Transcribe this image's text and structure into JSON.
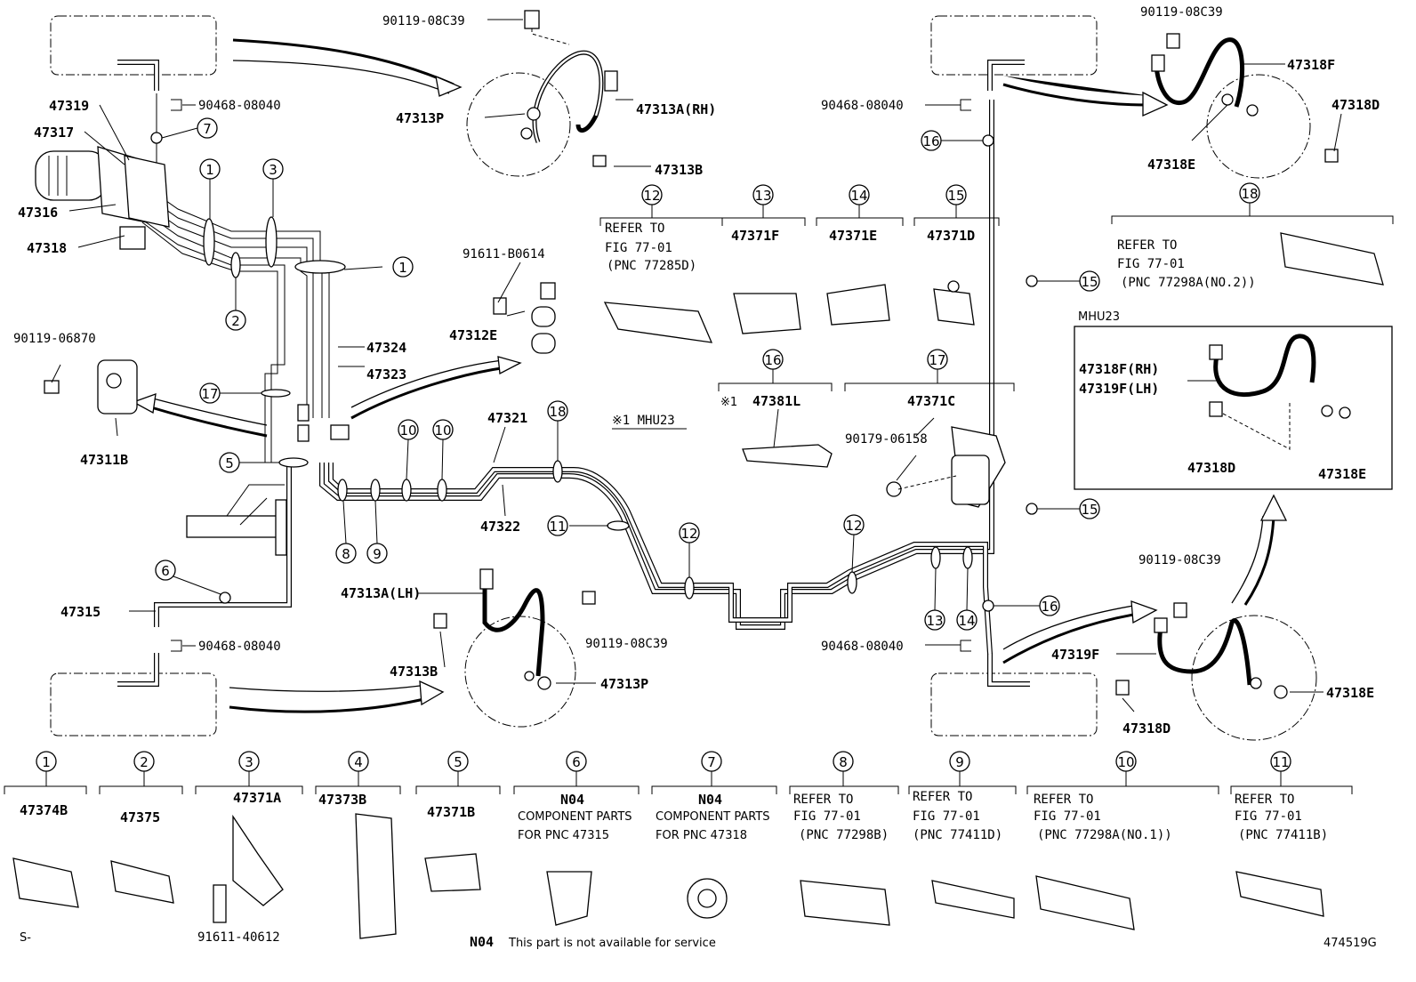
{
  "labels": {
    "b1": "90119-08C39",
    "b2": "90119-08C39",
    "b3": "90119-08C39",
    "b4": "90119-08C39",
    "clip1": "90468-08040",
    "clip2": "90468-08040",
    "clip3": "90468-08040",
    "clip4": "90468-08040",
    "p47319": "47319",
    "p47317": "47317",
    "p47316": "47316",
    "p47318": "47318",
    "p47313P_top": "47313P",
    "p47313A_RH": "47313A(RH)",
    "p47313B_top": "47313B",
    "p47318F": "47318F",
    "p47318D_top": "47318D",
    "p47318E_top": "47318E",
    "p91611B0614": "91611-B0614",
    "p47312E": "47312E",
    "p47324": "47324",
    "p47323": "47323",
    "p9011906870": "90119-06870",
    "p47311B": "47311B",
    "p47321": "47321",
    "p47322": "47322",
    "p47315": "47315",
    "p47313A_LH": "47313A(LH)",
    "p47313B_bot": "47313B",
    "p47313P_bot": "47313P",
    "p47319F": "47319F",
    "p47318D_bot": "47318D",
    "p47318E_bot": "47318E",
    "mhu_note": "※1 MHU23",
    "mhu_box_title": "MHU23",
    "mhu_47318F": "47318F(RH)",
    "mhu_47319F": "47319F(LH)",
    "mhu_47318D": "47318D",
    "mhu_47318E": "47318E",
    "p47371F": "47371F",
    "p47371E": "47371E",
    "p47371D": "47371D",
    "p47381L": "47381L",
    "p47381L_mark": "※1",
    "p47371C": "47371C",
    "p9017906158": "90179-06158",
    "s-mark": "S-",
    "footer_note_code": "N04",
    "footer_note_text": "This part is not available for service",
    "figure_id": "474519G"
  },
  "refer_blocks": {
    "r12": [
      "REFER TO",
      "FIG 77-01",
      "(PNC 77285D)"
    ],
    "r18": [
      "REFER TO",
      "FIG 77-01",
      "(PNC 77298A(NO.2))"
    ],
    "r8": [
      "REFER TO",
      "FIG 77-01",
      "(PNC 77298B)"
    ],
    "r9": [
      "REFER TO",
      "FIG 77-01",
      "(PNC 77411D)"
    ],
    "r10": [
      "REFER TO",
      "FIG 77-01",
      "(PNC 77298A(NO.1))"
    ],
    "r11": [
      "REFER TO",
      "FIG 77-01",
      "(PNC 77411B)"
    ]
  },
  "callout_numbers": [
    "1",
    "2",
    "3",
    "4",
    "5",
    "6",
    "7",
    "8",
    "9",
    "10",
    "11",
    "12",
    "13",
    "14",
    "15",
    "16",
    "17",
    "18"
  ],
  "bottom_row": {
    "c1_part": "47374B",
    "c2_part": "47375",
    "c3_part": "47371A",
    "c3_bolt": "91611-40612",
    "c4_part": "47373B",
    "c5_part": "47371B",
    "c6_code": "N04",
    "c6_line1": "COMPONENT PARTS",
    "c6_line2": "FOR PNC 47315",
    "c7_code": "N04",
    "c7_line1": "COMPONENT PARTS",
    "c7_line2": "FOR PNC 47318"
  }
}
